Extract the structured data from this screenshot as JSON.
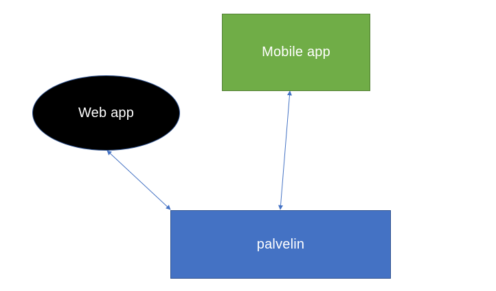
{
  "diagram": {
    "nodes": {
      "web_app": {
        "label": "Web app",
        "shape": "ellipse",
        "fill": "#000000",
        "border": "#2f528f"
      },
      "mobile_app": {
        "label": "Mobile app",
        "shape": "rectangle",
        "fill": "#70ad47",
        "border": "#507e32"
      },
      "palvelin": {
        "label": "palvelin",
        "shape": "rectangle",
        "fill": "#4472c4",
        "border": "#2f528f"
      }
    },
    "edges": [
      {
        "from": "web_app",
        "to": "palvelin",
        "direction": "both"
      },
      {
        "from": "mobile_app",
        "to": "palvelin",
        "direction": "both"
      }
    ],
    "edge_color": "#4472c4"
  }
}
